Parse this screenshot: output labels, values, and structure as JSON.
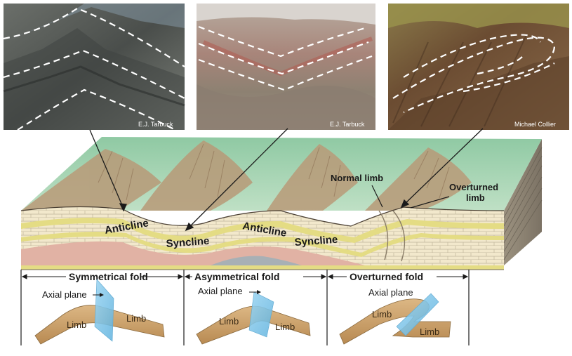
{
  "photos": [
    {
      "credit": "E.J. Tarbuck"
    },
    {
      "credit": "E.J. Tarbuck"
    },
    {
      "credit": "Michael Collier"
    }
  ],
  "block_labels": {
    "anticline_1": "Anticline",
    "syncline_1": "Syncline",
    "anticline_2": "Anticline",
    "syncline_2": "Syncline",
    "normal_limb": "Normal limb",
    "overturned_limb_line1": "Overturned",
    "overturned_limb_line2": "limb"
  },
  "fold_types": [
    {
      "title": "Symmetrical fold",
      "axial_plane": "Axial plane",
      "limb_left": "Limb",
      "limb_right": "Limb"
    },
    {
      "title": "Asymmetrical fold",
      "axial_plane": "Axial plane",
      "limb_left": "Limb",
      "limb_right": "Limb"
    },
    {
      "title": "Overturned fold",
      "axial_plane": "Axial plane",
      "limb_left": "Limb",
      "limb_right": "Limb"
    }
  ],
  "colors": {
    "terrain_green": "#8ec9a1",
    "terrain_brown": "#b89a78",
    "rock_cream": "#f1e6c8",
    "rock_yellow": "#e4dc84",
    "rock_pink": "#e2b5a8",
    "limb_tan": "#c9a06a",
    "axial_blue": "#7fc4e8"
  }
}
